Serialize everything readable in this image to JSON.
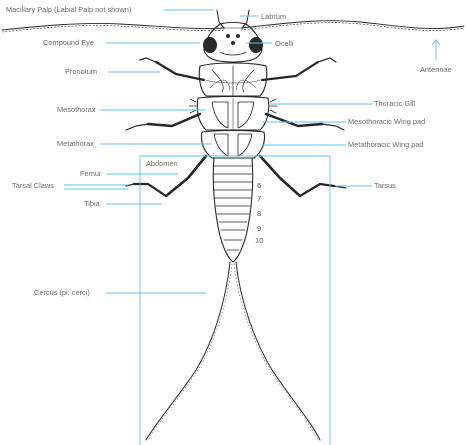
{
  "colors": {
    "leader": "#5fc2e8",
    "ink": "#262626",
    "label": "#6b6b6b",
    "background": "#ffffff"
  },
  "labels": {
    "maxillary_palp": "Macillary Palp (Labial Palp not shown)",
    "labrum": "Labrum",
    "compound_eye": "Compound Eye",
    "ocelli": "Ocelli",
    "pronotum": "Pronotum",
    "antennae": "Antennae",
    "mesothorax": "Mesothorax",
    "thoracic_gill": "Thoracic Gill",
    "mesothoracic_wing_pad": "Mesothoracic Wing pad",
    "metathorax": "Metathorax",
    "metathoracic_wing_pad": "Metathoracic Wing pad",
    "abdomen": "Abdomen",
    "femur": "Femur",
    "tarsal_claws": "Tarsal Claws",
    "tarsus": "Tarsus",
    "tibia": "Tibia",
    "cercus": "Cercus (pl. cerci)"
  },
  "segment_numbers": [
    "6",
    "7",
    "8",
    "9",
    "10"
  ]
}
